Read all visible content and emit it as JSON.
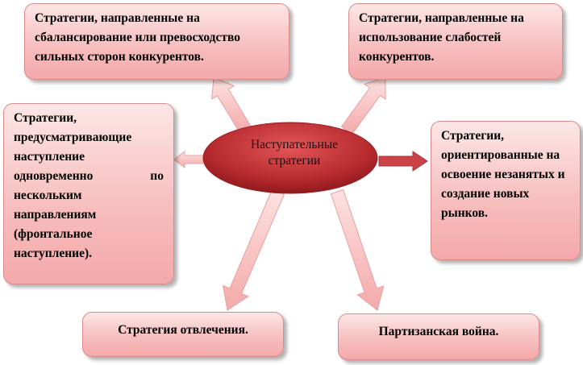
{
  "center": {
    "label": "Наступательные стратегии"
  },
  "boxes": {
    "top_left": "Стратегии, направленные на сбалансирование или превосходство сильных сторон конкурентов.",
    "top_right": "Стратегии, направленные на использование слабостей конкурентов.",
    "left": "Стратегии, предусматривающие наступление одновременно по нескольким направлениям (фронтальное наступление).",
    "right": "Стратегии, ориентированные на освоение незанятых и создание новых рынков.",
    "bottom_left": "Стратегия отвлечения.",
    "bottom_right": "Партизанская война."
  },
  "colors": {
    "box_fill_top": "#fde6e6",
    "box_fill_bottom": "#f4a9a9",
    "box_border": "#d88b8b",
    "ellipse_fill": "#b72a2e",
    "arrow_fill": "#f9c5c5"
  }
}
